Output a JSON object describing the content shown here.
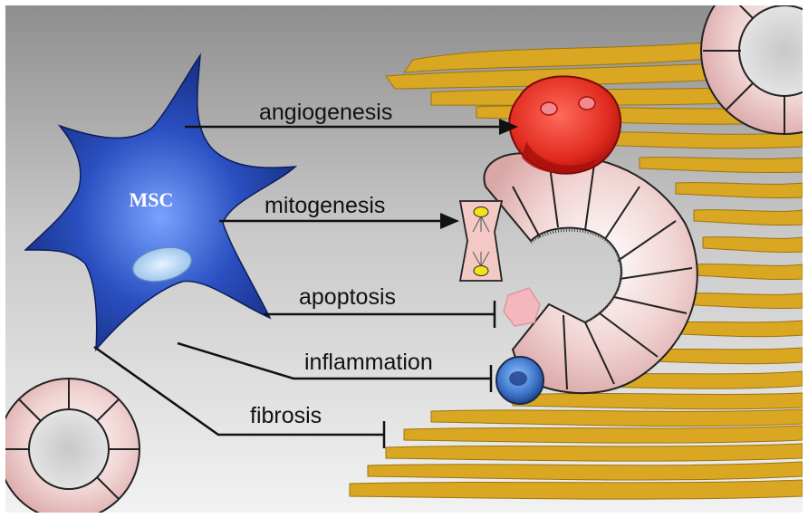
{
  "cell": {
    "label": "MSC"
  },
  "effects": [
    {
      "label": "angiogenesis",
      "kind": "stimulates",
      "target": "blood-vessel"
    },
    {
      "label": "mitogenesis",
      "kind": "stimulates",
      "target": "dividing-cell"
    },
    {
      "label": "apoptosis",
      "kind": "inhibits",
      "target": "dying-cell"
    },
    {
      "label": "inflammation",
      "kind": "inhibits",
      "target": "immune-cell"
    },
    {
      "label": "fibrosis",
      "kind": "inhibits",
      "target": "fibrous-tissue"
    }
  ],
  "colors": {
    "msc_body": "#1f3a9a",
    "blood_vessel": "#d8231b",
    "tubule_cells": "#ecc3c1",
    "fibers": "#d9a722",
    "immune_cell": "#3a72c8",
    "dying_cell": "#f3b7bd"
  }
}
